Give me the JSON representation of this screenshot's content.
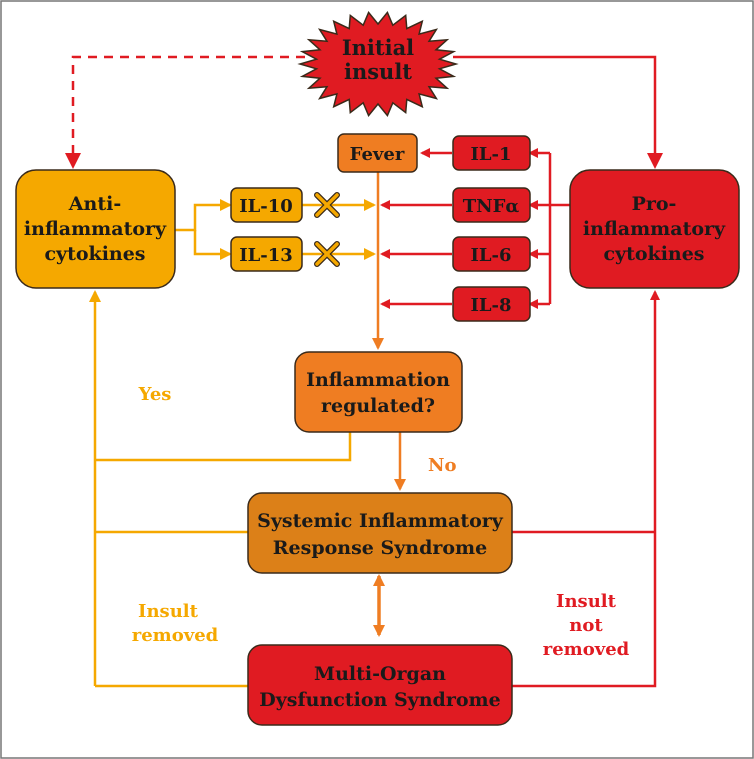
{
  "colors": {
    "red": "#e01b22",
    "orange": "#ef7d22",
    "amber": "#f5a800",
    "yellow": "#f7b21a",
    "outline": "#3a2a1a",
    "dark_text": "#1a1a1a",
    "cross": "#c49a3a"
  },
  "nodes": {
    "initial_insult": {
      "line1": "Initial",
      "line2": "insult"
    },
    "anti": {
      "line1": "Anti-",
      "line2": "inflammatory",
      "line3": "cytokines"
    },
    "pro": {
      "line1": "Pro-",
      "line2": "inflammatory",
      "line3": "cytokines"
    },
    "fever": {
      "label": "Fever"
    },
    "il1": {
      "label": "IL-1"
    },
    "tnf": {
      "label": "TNFα"
    },
    "il6": {
      "label": "IL-6"
    },
    "il8": {
      "label": "IL-8"
    },
    "il10": {
      "label": "IL-10"
    },
    "il13": {
      "label": "IL-13"
    },
    "inflammation": {
      "line1": "Inflammation",
      "line2": "regulated?"
    },
    "sirs": {
      "line1": "Systemic Inflammatory",
      "line2": "Response Syndrome"
    },
    "mods": {
      "line1": "Multi-Organ",
      "line2": "Dysfunction Syndrome"
    }
  },
  "edge_labels": {
    "yes": "Yes",
    "no": "No",
    "insult_removed": {
      "line1": "Insult",
      "line2": "removed"
    },
    "insult_not_removed": {
      "line1": "Insult",
      "line2": "not",
      "line3": "removed"
    }
  },
  "icons": [
    "x-cross-icon",
    "starburst-shape"
  ]
}
